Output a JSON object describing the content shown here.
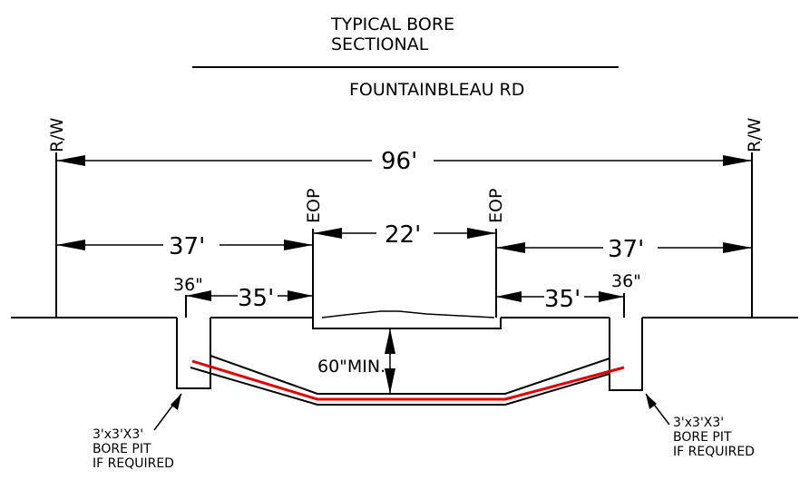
{
  "title": {
    "line1": "TYPICAL BORE",
    "line2": "SECTIONAL"
  },
  "road_name": "FOUNTAINBLEAU RD",
  "labels": {
    "rw_left": "R/W",
    "rw_right": "R/W",
    "eop_left": "EOP",
    "eop_right": "EOP"
  },
  "dimensions": {
    "total_width": "96'",
    "left_rw_to_eop": "37'",
    "pavement_width": "22'",
    "right_eop_to_rw": "37'",
    "left_pit_to_eop": "35'",
    "right_eop_to_pit": "35'",
    "left_pit_size": "36\"",
    "right_pit_size": "36\"",
    "depth_min": "60\"MIN."
  },
  "notes": {
    "left_pit": [
      "3'x3'X3'",
      "BORE PIT",
      "IF REQUIRED"
    ],
    "right_pit": [
      "3'x3'X3'",
      "BORE PIT",
      "IF REQUIRED"
    ]
  },
  "colors": {
    "line": "#000000",
    "bore_path": "#e00000",
    "background": "#ffffff"
  }
}
